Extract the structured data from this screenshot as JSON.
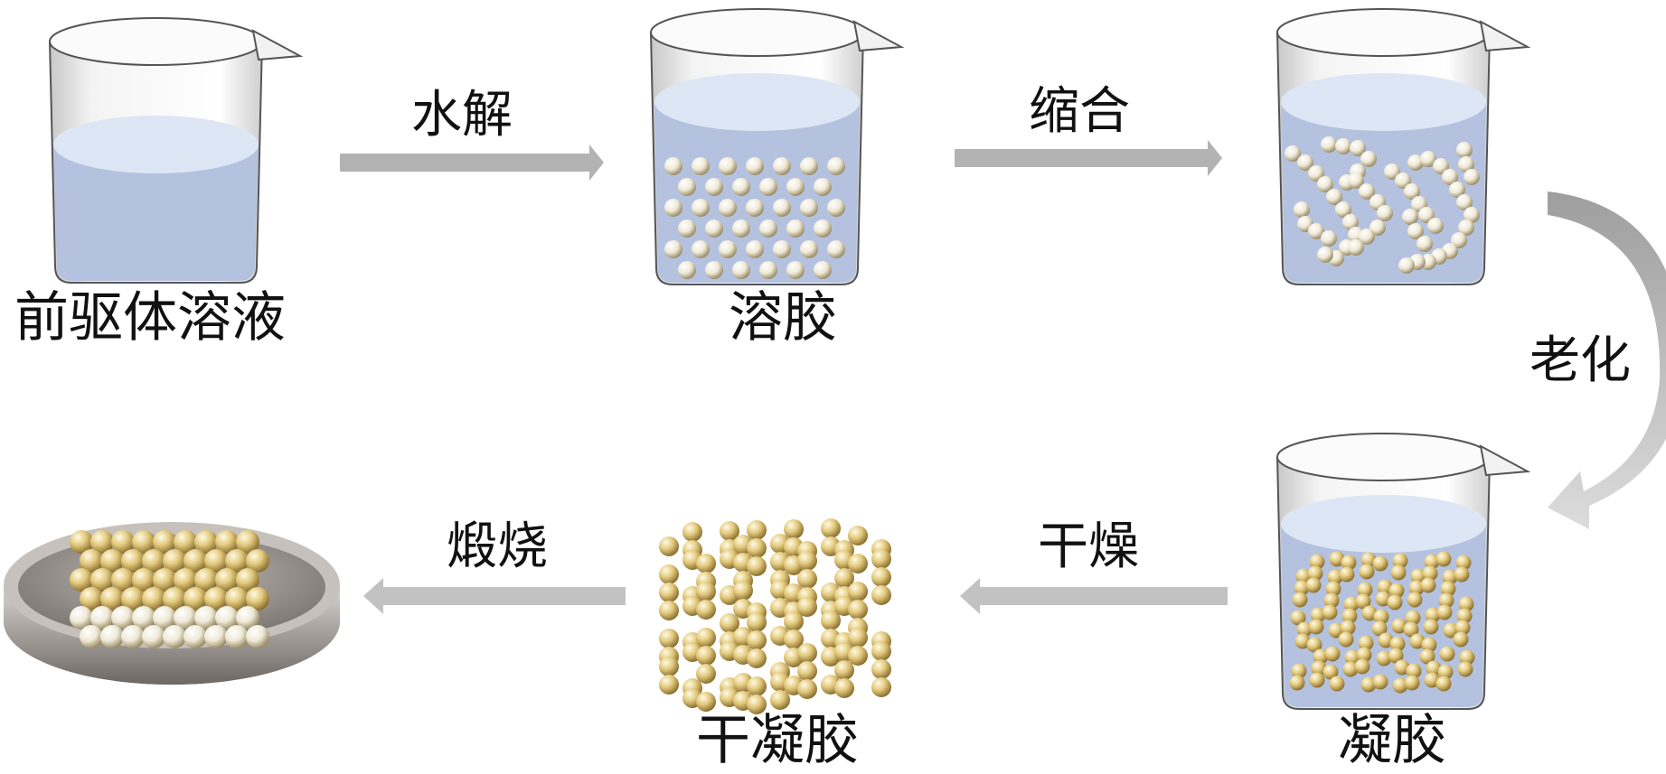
{
  "labels": {
    "precursor": "前驱体溶液",
    "sol": "溶胶",
    "sol_gel_beaker": "凝胶",
    "xerogel": "干凝胶"
  },
  "steps": {
    "hydrolysis": "水解",
    "condensation": "缩合",
    "aging": "老化",
    "drying": "干燥",
    "calcination": "煅烧"
  },
  "colors": {
    "arrow": "#b3b3b3",
    "liquid": "#b4c2e0",
    "liquid_top": "#dde6f4",
    "particle": "#e6cf86",
    "particle_light": "#f2eedf",
    "dish": "#8a8480"
  }
}
